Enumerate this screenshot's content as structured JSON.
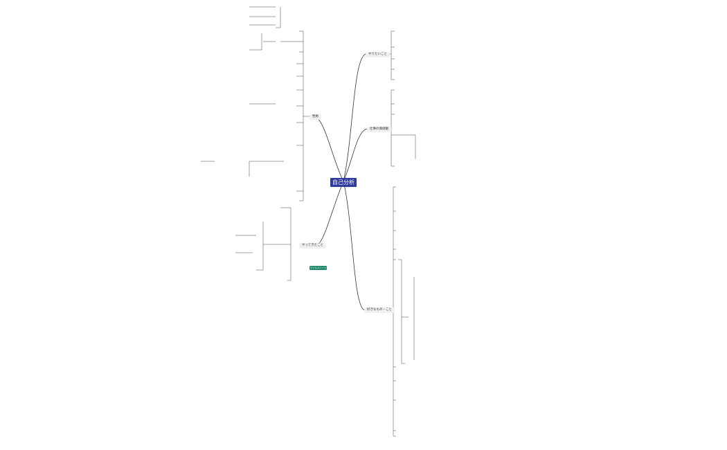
{
  "root": {
    "title": "自己分析"
  },
  "branches": [
    {
      "label": "性格"
    },
    {
      "label": "やってきたこと"
    },
    {
      "label": "やりたいこと"
    },
    {
      "label": "仕事の価値観"
    },
    {
      "label": "好きなもの・こと"
    }
  ],
  "floating_tag": {
    "label": "マイルストーン"
  },
  "colors": {
    "root_bg": "#2f3b9e",
    "tag_bg": "#1e8a6a",
    "branch_bg": "#f0f0f0",
    "line": "#333333"
  }
}
